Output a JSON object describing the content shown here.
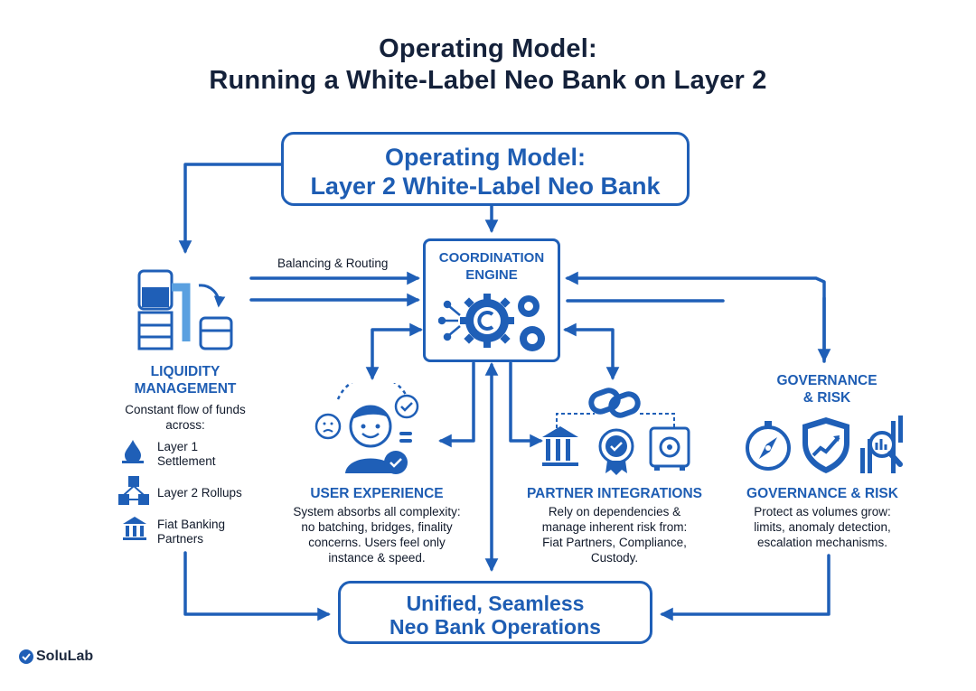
{
  "title": {
    "line1": "Operating Model:",
    "line2": "Running a White-Label Neo Bank on Layer 2"
  },
  "top_box": {
    "line1": "Operating Model:",
    "line2": "Layer 2 White-Label Neo Bank"
  },
  "engine": {
    "line1": "COORDINATION",
    "line2": "ENGINE"
  },
  "balancing_label": "Balancing & Routing",
  "liquidity": {
    "heading_line1": "LIQUIDITY",
    "heading_line2": "MANAGEMENT",
    "desc_line1": "Constant flow of funds",
    "desc_line2": "across:",
    "items": [
      {
        "line1": "Layer 1",
        "line2": "Settlement"
      },
      {
        "line1": "Layer 2 Rollups",
        "line2": ""
      },
      {
        "line1": "Fiat Banking",
        "line2": "Partners"
      }
    ]
  },
  "user_experience": {
    "heading": "USER EXPERIENCE",
    "lines": [
      "System absorbs all complexity:",
      "no batching, bridges, finality",
      "concerns. Users feel only",
      "instance & speed."
    ]
  },
  "partner_integrations": {
    "heading": "PARTNER INTEGRATIONS",
    "lines": [
      "Rely on dependencies &",
      "manage inherent risk from:",
      "Fiat Partners, Compliance,",
      "Custody."
    ]
  },
  "governance": {
    "top_line1": "GOVERNANCE",
    "top_line2": "& RISK",
    "heading": "GOVERNANCE & RISK",
    "lines": [
      "Protect as volumes grow:",
      "limits, anomaly detection,",
      "escalation mechanisms."
    ]
  },
  "bottom_box": {
    "line1": "Unified, Seamless",
    "line2": "Neo Bank Operations"
  },
  "logo": {
    "text": "SoluLab"
  },
  "colors": {
    "primary": "#1f5fb7",
    "text": "#14213a"
  }
}
